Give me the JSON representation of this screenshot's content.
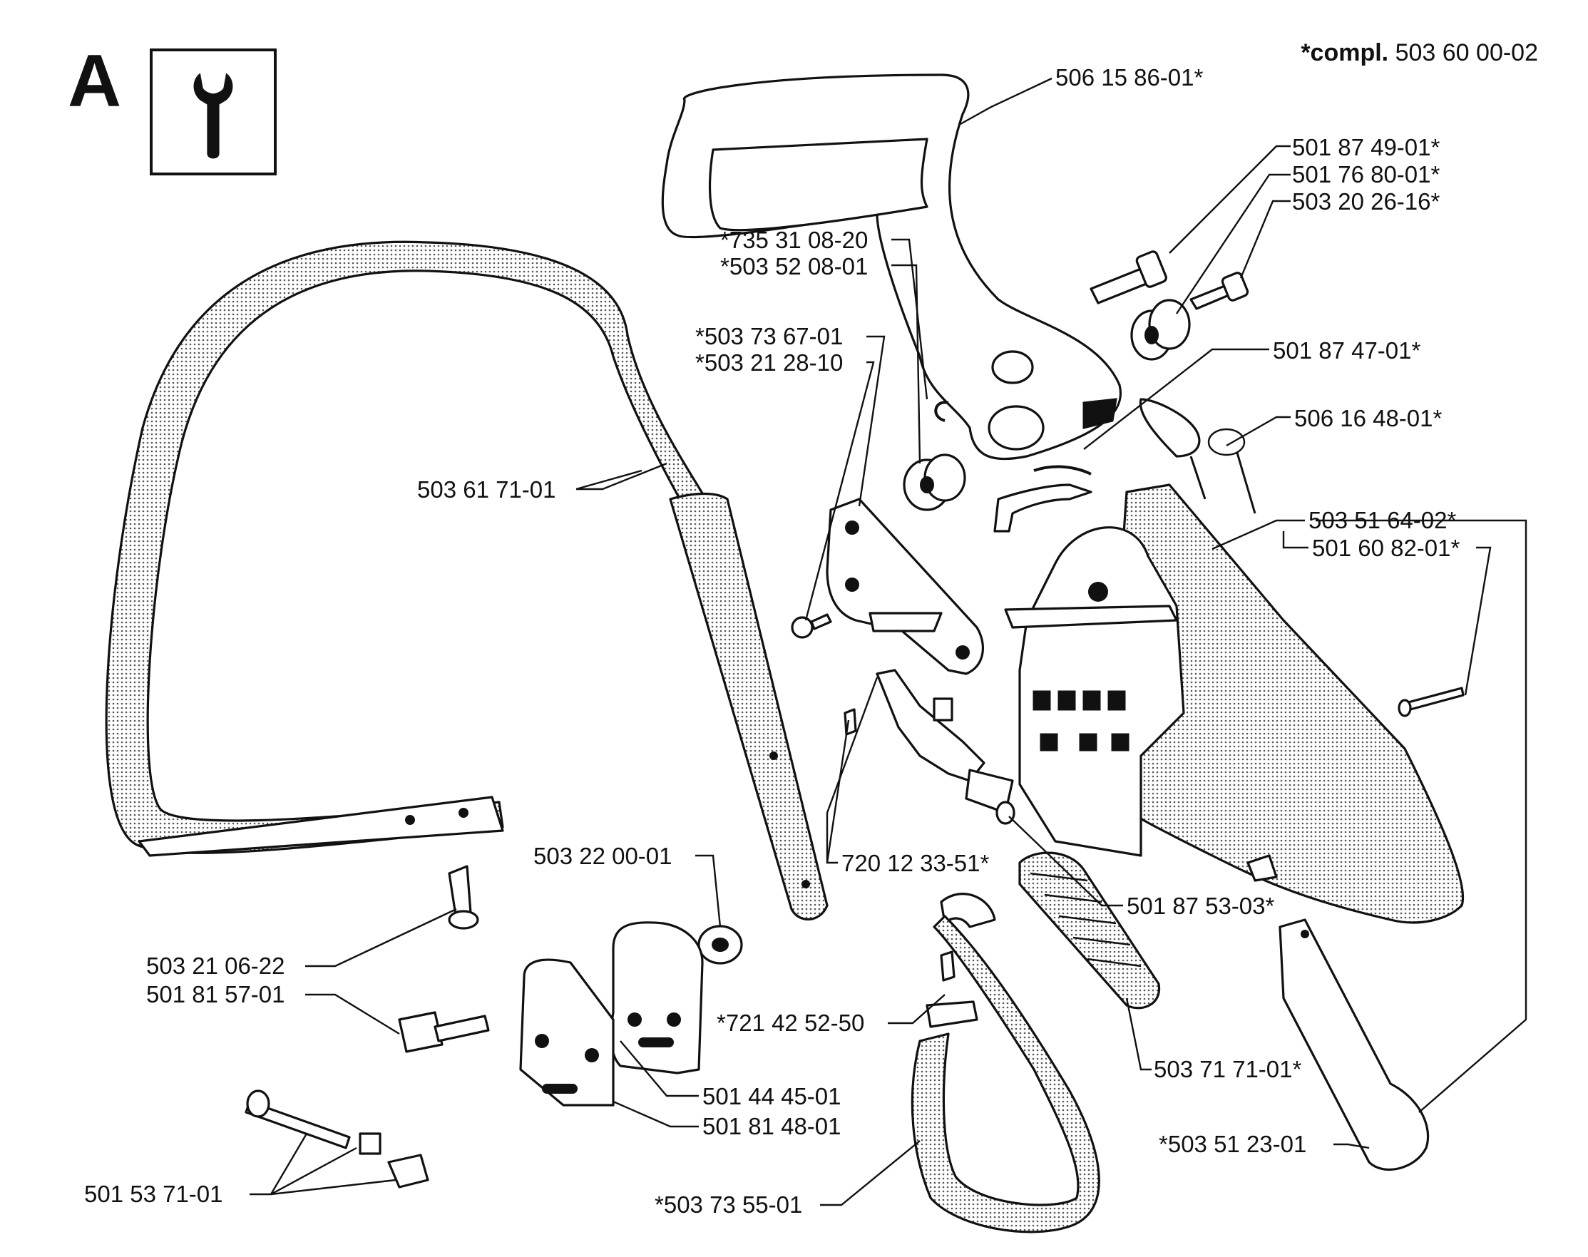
{
  "header": {
    "section_letter": "A",
    "tool_icon": "wrench-icon",
    "compl_bold": "*compl.",
    "compl_number": "503 60 00-02"
  },
  "labels": [
    {
      "id": "l1",
      "text": "506 15 86-01*"
    },
    {
      "id": "l2",
      "text": "501 87 49-01*"
    },
    {
      "id": "l3",
      "text": "501 76 80-01*"
    },
    {
      "id": "l4",
      "text": "503 20 26-16*"
    },
    {
      "id": "l5",
      "text": "*735 31 08-20"
    },
    {
      "id": "l6",
      "text": "*503 52 08-01"
    },
    {
      "id": "l7",
      "text": "*503 73 67-01"
    },
    {
      "id": "l8",
      "text": "*503 21 28-10"
    },
    {
      "id": "l9",
      "text": "501 87 47-01*"
    },
    {
      "id": "l10",
      "text": "506 16 48-01*"
    },
    {
      "id": "l11",
      "text": "503 61 71-01"
    },
    {
      "id": "l12",
      "text": "503 51 64-02*"
    },
    {
      "id": "l13",
      "text": "501 60 82-01*"
    },
    {
      "id": "l14",
      "text": "720 12 33-51*"
    },
    {
      "id": "l15",
      "text": "503 22 00-01"
    },
    {
      "id": "l16",
      "text": "501 87 53-03*"
    },
    {
      "id": "l17",
      "text": "503 21 06-22"
    },
    {
      "id": "l18",
      "text": "501 81 57-01"
    },
    {
      "id": "l19",
      "text": "*721 42 52-50"
    },
    {
      "id": "l20",
      "text": "503 71 71-01*"
    },
    {
      "id": "l21",
      "text": "501 44 45-01"
    },
    {
      "id": "l22",
      "text": "501 81 48-01"
    },
    {
      "id": "l23",
      "text": "*503 51 23-01"
    },
    {
      "id": "l24",
      "text": "501 53 71-01"
    },
    {
      "id": "l25",
      "text": "*503 73 55-01"
    }
  ]
}
